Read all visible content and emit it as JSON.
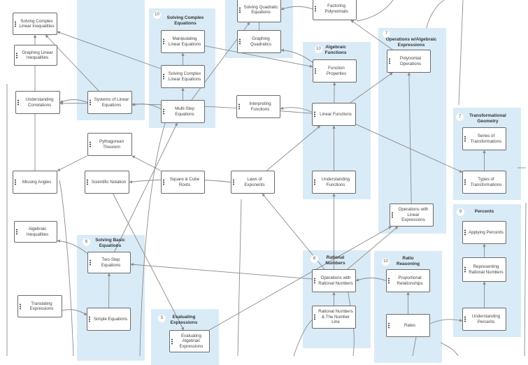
{
  "colors": {
    "group_bg": "#d9ebf6",
    "edge": "#8a8a8a",
    "node_border": "#6a6a6a"
  },
  "groups": [
    {
      "id": "g-systems",
      "num": "",
      "title": ""
    },
    {
      "id": "g-complex",
      "num": "10",
      "title": "Solving Complex Equations"
    },
    {
      "id": "g-quadratic",
      "num": "",
      "title": ""
    },
    {
      "id": "g-algebraic-functions",
      "num": "10",
      "title": "Algebraic Functions"
    },
    {
      "id": "g-operations-alg",
      "num": "7",
      "title": "Operations w/Algebraic Expressions"
    },
    {
      "id": "g-transformational",
      "num": "7",
      "title": "Transformational Geometry"
    },
    {
      "id": "g-percents",
      "num": "9",
      "title": "Percents"
    },
    {
      "id": "g-basic-equations",
      "num": "6",
      "title": "Solving Basic Equations"
    },
    {
      "id": "g-evaluating",
      "num": "5",
      "title": "Evaluating Expressions"
    },
    {
      "id": "g-rational-numbers",
      "num": "8",
      "title": "Rational Numbers"
    },
    {
      "id": "g-ratio",
      "num": "10",
      "title": "Ratio Reasoning"
    }
  ],
  "nodes": [
    {
      "id": "complex-ineq",
      "label": "Solving Complex Linear Inequalities"
    },
    {
      "id": "graph-ineq",
      "label": "Graphing Linear Inequalities"
    },
    {
      "id": "correlations",
      "label": "Understanding Correlations"
    },
    {
      "id": "missing-angles",
      "label": "Missing Angles"
    },
    {
      "id": "alg-ineq",
      "label": "Algebraic Inequalities"
    },
    {
      "id": "translating",
      "label": "Translating Expressions"
    },
    {
      "id": "systems",
      "label": "Systems of Linear Equations"
    },
    {
      "id": "pythagorean",
      "label": "Pythagorean Theorem"
    },
    {
      "id": "scientific",
      "label": "Scientific Notation"
    },
    {
      "id": "two-step",
      "label": "Two-Step Equations"
    },
    {
      "id": "simple-eq",
      "label": "Simple Equations"
    },
    {
      "id": "manipulating",
      "label": "Manipulating Linear Equations"
    },
    {
      "id": "solving-complex-lin",
      "label": "Solving Complex Linear Equations"
    },
    {
      "id": "multi-step",
      "label": "Multi-Step Equations"
    },
    {
      "id": "square-cube",
      "label": "Square & Cube Roots"
    },
    {
      "id": "evaluating-alg",
      "label": "Evaluating Algebraic Expressions"
    },
    {
      "id": "solving-quadratic",
      "label": "Solving Quadratic Equations"
    },
    {
      "id": "graphing-quadratics",
      "label": "Graphing Quadratics"
    },
    {
      "id": "interpreting",
      "label": "Interpreting Functions"
    },
    {
      "id": "laws-exponents",
      "label": "Laws of Exponents"
    },
    {
      "id": "factoring",
      "label": "Factoring Polynomials"
    },
    {
      "id": "function-props",
      "label": "Function Properties"
    },
    {
      "id": "linear-functions",
      "label": "Linear Functions"
    },
    {
      "id": "understanding-functions",
      "label": "Understanding Functions"
    },
    {
      "id": "ops-rational",
      "label": "Operations with Rational Numbers"
    },
    {
      "id": "rational-line",
      "label": "Rational Numbers & The Number Line"
    },
    {
      "id": "poly-ops",
      "label": "Polynomial Operations"
    },
    {
      "id": "ops-linear-expr",
      "label": "Operations with Linear Expressions"
    },
    {
      "id": "proportional",
      "label": "Proportional Relationships"
    },
    {
      "id": "rates",
      "label": "Rates"
    },
    {
      "id": "series-transform",
      "label": "Series of Transformations"
    },
    {
      "id": "types-transform",
      "label": "Types of Transformations"
    },
    {
      "id": "applying-percents",
      "label": "Applying Percents"
    },
    {
      "id": "representing-rational",
      "label": "Representing Rational Numbers"
    },
    {
      "id": "understanding-percents",
      "label": "Understanding Percents"
    }
  ]
}
